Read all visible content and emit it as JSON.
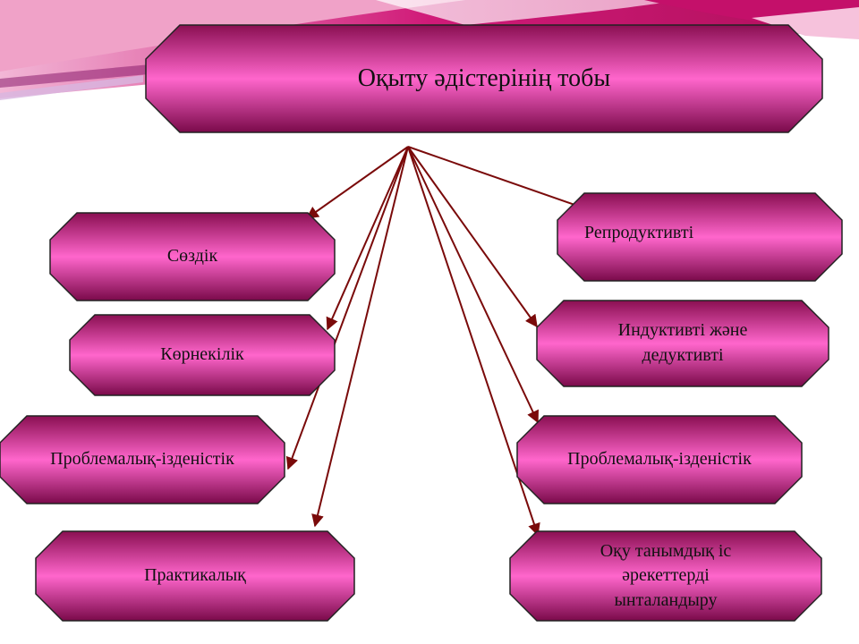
{
  "diagram": {
    "title": "Оқыту әдістерінің тобы",
    "left_nodes": [
      {
        "label": "Сөздік"
      },
      {
        "label": "Көрнекілік"
      },
      {
        "label": "Проблемалық-ізденістік"
      },
      {
        "label": "Практикалық"
      }
    ],
    "right_nodes": [
      {
        "label": "Репродуктивті"
      },
      {
        "label": "Индуктивті және\nдедуктивті"
      },
      {
        "label": "Проблемалық-ізденістік"
      },
      {
        "label": "Оқу танымдық іс\nәрекеттерді\nынталандыру"
      }
    ]
  },
  "colors": {
    "node_edge": "#8a0f52",
    "node_mid": "#ff66cc",
    "node_dark": "#7a0a4a",
    "arrow": "#7a0a0a",
    "stripe_dark": "#b0105c",
    "stripe_light": "#e8a0c8"
  }
}
